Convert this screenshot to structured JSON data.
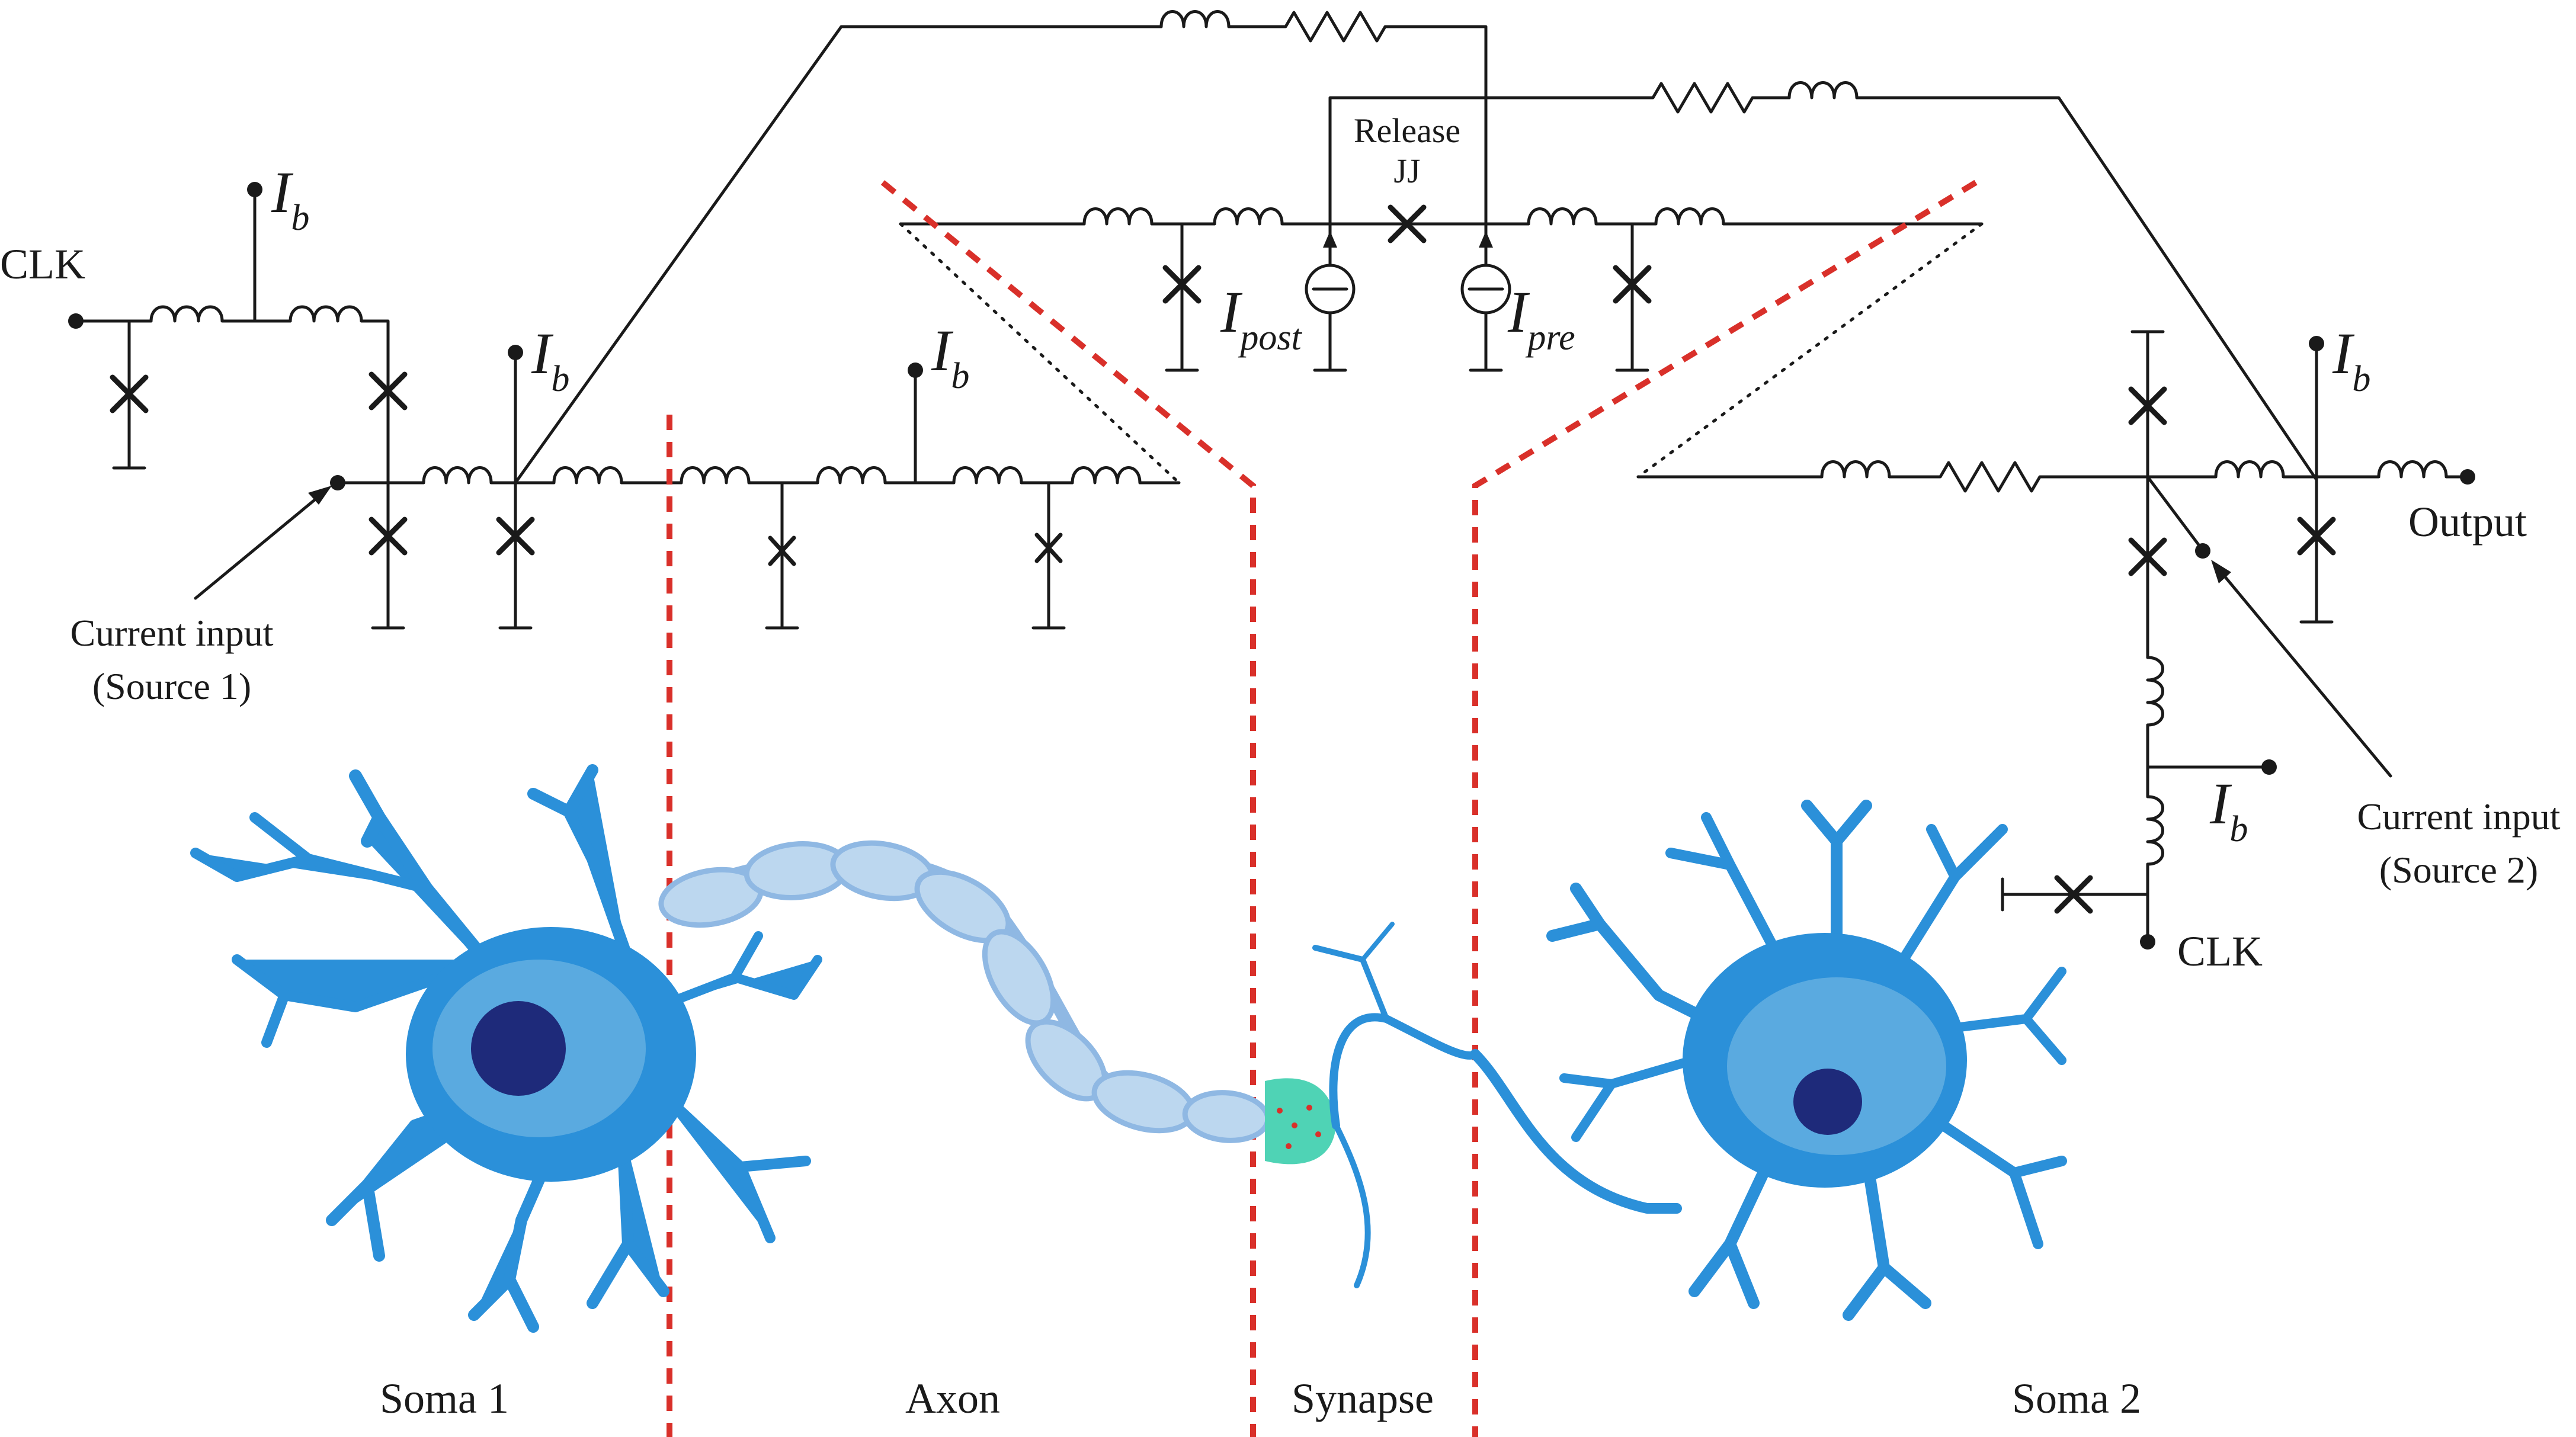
{
  "labels": {
    "clk_top": "CLK",
    "clk_bottom": "CLK",
    "ib_symbol": "I",
    "ib_subscript": "b",
    "i_post_symbol": "I",
    "i_post_subscript": "post",
    "i_pre_symbol": "I",
    "i_pre_subscript": "pre",
    "release_line1": "Release",
    "release_line2": "JJ",
    "output": "Output",
    "source1_line1": "Current input",
    "source1_line2": "(Source 1)",
    "source2_line1": "Current input",
    "source2_line2": "(Source 2)"
  },
  "regions": [
    "Soma 1",
    "Axon",
    "Synapse",
    "Soma 2"
  ],
  "colors": {
    "neuron": "#2b90d9",
    "nucleus": "#1e2a7a",
    "myelin": "#bcd7ef",
    "synaptic_terminal": "#4fd3b5",
    "divider": "#d9302a",
    "circuit": "#1a1a1a"
  }
}
